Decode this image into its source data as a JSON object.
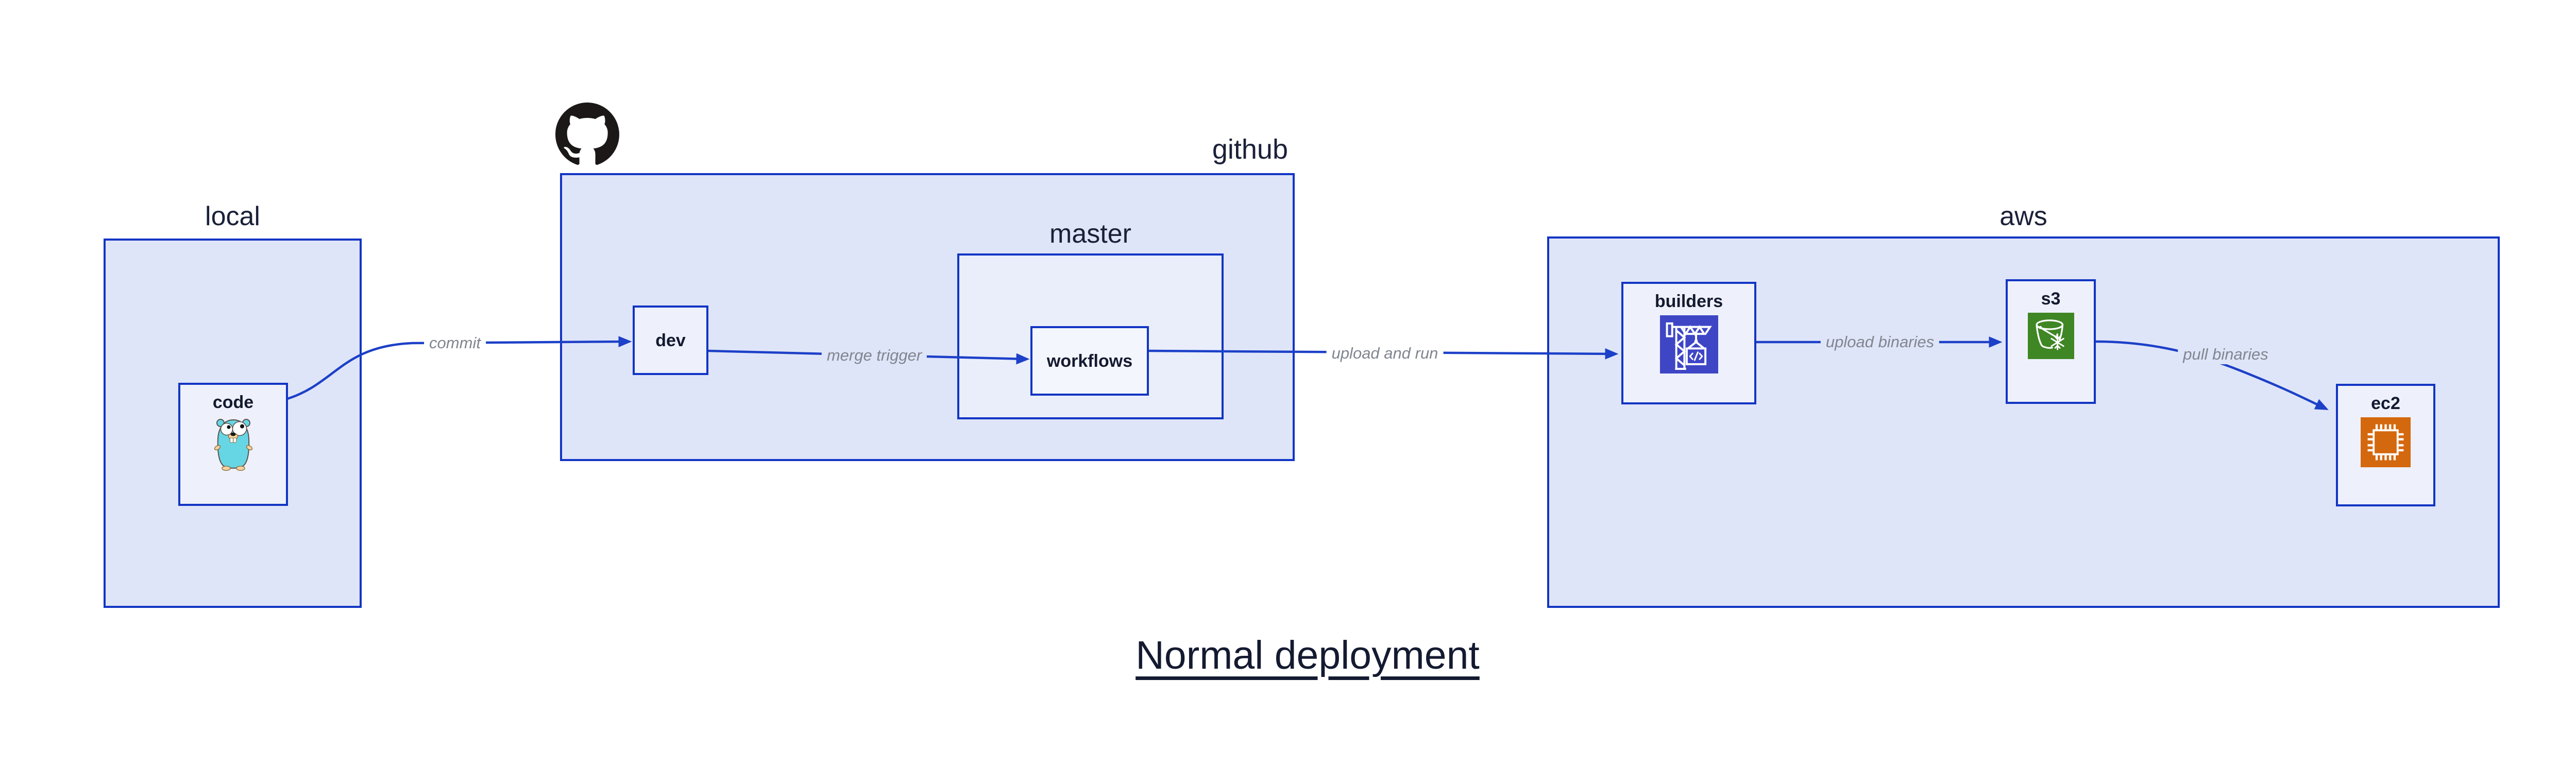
{
  "title": {
    "text": "Normal deployment"
  },
  "groups": {
    "local": {
      "label": "local"
    },
    "github": {
      "label": "github",
      "logo_icon": "github-octocat-icon"
    },
    "master": {
      "label": "master"
    },
    "aws": {
      "label": "aws"
    }
  },
  "nodes": {
    "code": {
      "label": "code",
      "icon": "go-gopher-icon"
    },
    "dev": {
      "label": "dev"
    },
    "workflows": {
      "label": "workflows"
    },
    "builders": {
      "label": "builders",
      "icon": "codebuild-crane-icon"
    },
    "s3": {
      "label": "s3",
      "icon": "s3-glacier-bucket-icon"
    },
    "ec2": {
      "label": "ec2",
      "icon": "ec2-chip-icon"
    }
  },
  "edges": [
    {
      "from": "code",
      "to": "dev",
      "label": "commit"
    },
    {
      "from": "dev",
      "to": "workflows",
      "label": "merge trigger"
    },
    {
      "from": "workflows",
      "to": "builders",
      "label": "upload and run"
    },
    {
      "from": "builders",
      "to": "s3",
      "label": "upload binaries"
    },
    {
      "from": "s3",
      "to": "ec2",
      "label": "pull binaries"
    }
  ],
  "colors": {
    "box_border_blue": "#1235C4",
    "connector_blue": "#1C40C8",
    "group_fill": "#DFE5F8",
    "node_fill": "#EEF1FB",
    "master_fill": "#EAEEFA",
    "workflows_fill": "#F4F6FD",
    "edge_label_gray": "#80858F",
    "text_navy": "#141A30",
    "codebuild_purple": "#3E46C6",
    "s3_green": "#3F8624",
    "ec2_orange": "#D4680E",
    "gopher_teal": "#67D6E4",
    "github_black": "#1B1817"
  }
}
